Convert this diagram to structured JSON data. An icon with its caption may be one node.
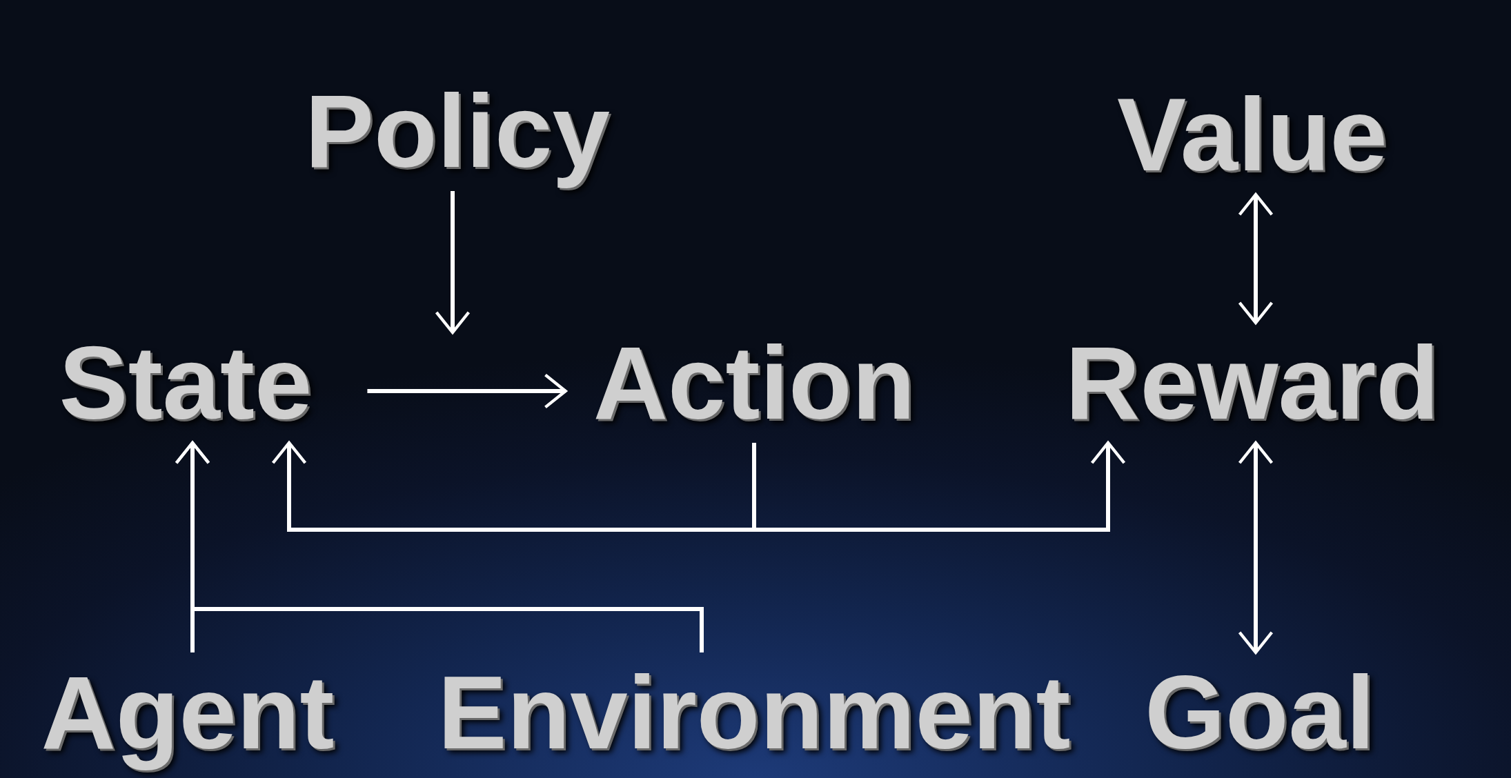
{
  "diagram": {
    "nodes": [
      {
        "text": [
          "Policy"
        ]
      },
      {
        "text": [
          "State"
        ]
      },
      {
        "text": [
          "Action"
        ]
      },
      {
        "text": [
          "Value"
        ]
      },
      {
        "text": [
          "Reward"
        ]
      },
      {
        "text": [
          "Agent"
        ]
      },
      {
        "text": [
          "Environment"
        ]
      },
      {
        "text": [
          "Goal"
        ]
      }
    ],
    "edges": [
      {
        "from": 0,
        "to": null,
        "arrow": "to"
      },
      {
        "from": 1,
        "to": 2,
        "arrow": "to"
      },
      {
        "from": 3,
        "to": 4,
        "arrow": "both"
      },
      {
        "from": 4,
        "to": 7,
        "arrow": "both"
      },
      {
        "from": 2,
        "to": 1,
        "arrow": "to"
      },
      {
        "from": 2,
        "to": 4,
        "arrow": "to"
      },
      {
        "from": 5,
        "to": 1,
        "arrow": "to"
      },
      {
        "from": 6,
        "to": 1,
        "arrow": "to"
      }
    ]
  }
}
